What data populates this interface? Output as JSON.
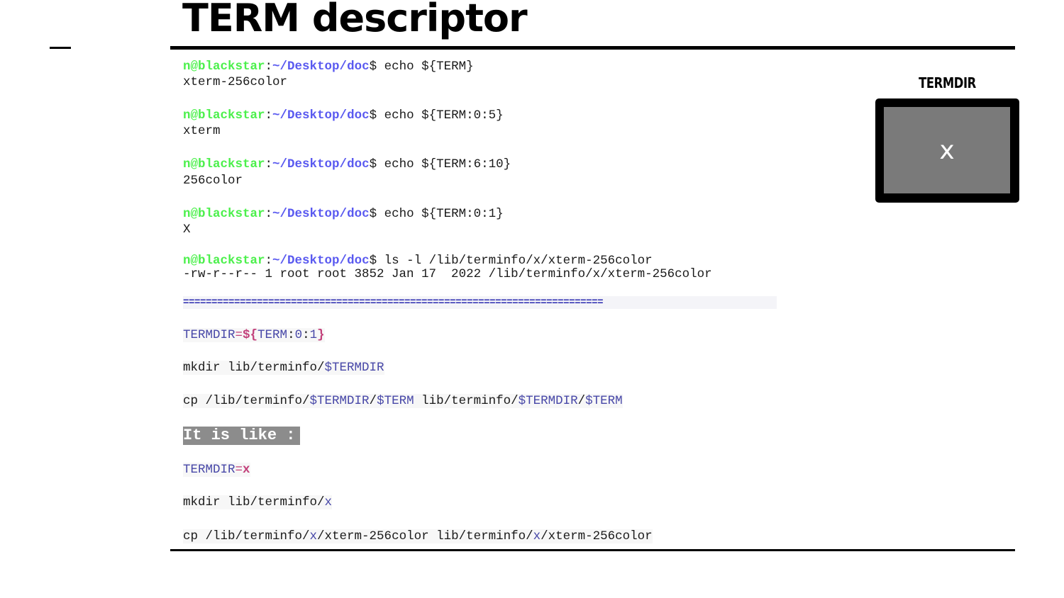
{
  "slide": {
    "title": "TERM descriptor"
  },
  "prompt": {
    "user_host": "n@blackstar",
    "colon": ":",
    "path": "~/Desktop/doc",
    "dollar": "$"
  },
  "commands": [
    {
      "cmd": " echo ${TERM}",
      "output": "xterm-256color"
    },
    {
      "cmd": " echo ${TERM:0:5}",
      "output": "xterm"
    },
    {
      "cmd": " echo ${TERM:6:10}",
      "output": "256color"
    },
    {
      "cmd": " echo ${TERM:0:1}",
      "output": "X"
    },
    {
      "cmd": " ls -l /lib/terminfo/x/xterm-256color",
      "output": "-rw-r--r-- 1 root root 3852 Jan 17  2022 /lib/terminfo/x/xterm-256color"
    }
  ],
  "separator": "==========================================================================",
  "script": {
    "line1": {
      "var": "TERMDIR",
      "eq": "=",
      "open": "${",
      "inner": "TERM",
      "c1": ":",
      "n0": "0",
      "c2": ":",
      "n1": "1",
      "close": "}"
    },
    "line2": {
      "a": "mkdir lib/terminfo/",
      "b": "$TERMDIR"
    },
    "line3": {
      "a": "cp /lib/terminfo/",
      "b": "$TERMDIR",
      "c": "/",
      "d": "$TERM",
      "e": " lib/terminfo/",
      "f": "$TERMDIR",
      "g": "/",
      "h": "$TERM"
    }
  },
  "like_label": "It is like :",
  "expanded": {
    "line1": {
      "var": "TERMDIR",
      "eq": "=",
      "val": "x"
    },
    "line2": {
      "a": "mkdir lib/terminfo/",
      "b": "x"
    },
    "line3": {
      "a": "cp /lib/terminfo/",
      "b": "x",
      "c": "/xterm-256color lib/terminfo/",
      "d": "x",
      "e": "/xterm-256color"
    }
  },
  "side": {
    "label": "TERMDIR",
    "value": "x"
  }
}
